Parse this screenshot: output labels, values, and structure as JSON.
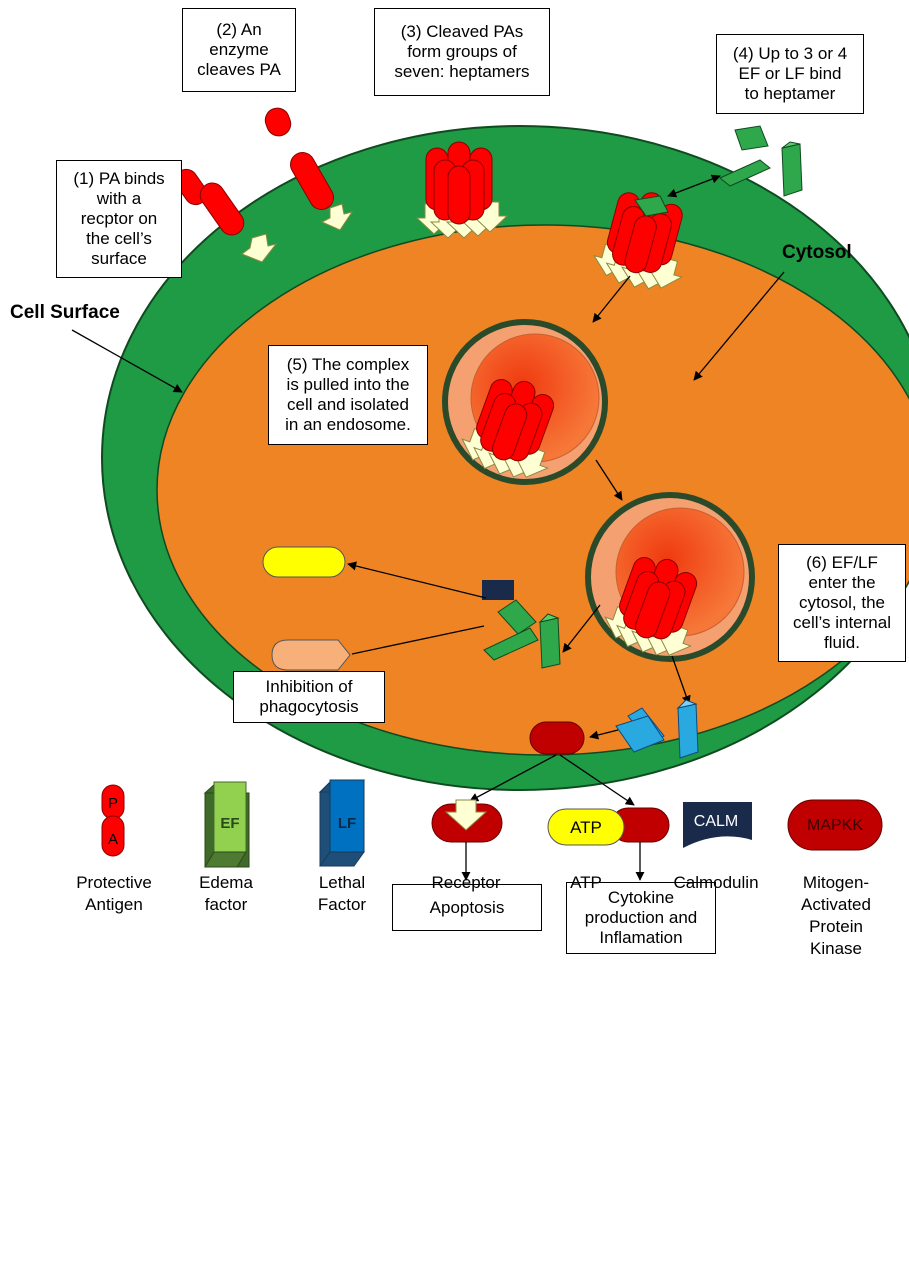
{
  "steps": {
    "s1": "(1) PA binds\nwith a\nrecptor on\nthe cell’s\nsurface",
    "s2": "(2) An\nenzyme\ncleaves PA",
    "s3": "(3) Cleaved PAs\nform groups of\nseven: heptamers",
    "s4": "(4) Up to 3 or 4\nEF or LF bind\nto heptamer",
    "s5": "(5) The complex\nis pulled into the\ncell and isolated\nin an endosome.",
    "s6": "(6) EF/LF\nenter the\ncytosol, the\ncell’s internal\nfluid."
  },
  "regions": {
    "cell_surface": "Cell Surface",
    "cytosol": "Cytosol"
  },
  "outcomes": {
    "inhibition": "Inhibition of\nphagocytosis",
    "apoptosis": "Apoptosis",
    "cytokine": "Cytokine\nproduction and\nInflamation"
  },
  "legend": {
    "pa_glyph_top": "P",
    "pa_glyph_bottom": "A",
    "ef_glyph": "EF",
    "lf_glyph": "LF",
    "atp_glyph": "ATP",
    "calm_glyph": "CALM",
    "mapkk_glyph": "MAPKK",
    "protective_antigen": "Protective\nAntigen",
    "edema_factor": "Edema\nfactor",
    "lethal_factor": "Lethal\nFactor",
    "receptor": "Receptor",
    "atp": "ATP",
    "calmodulin": "Calmodulin",
    "mapkk": "Mitogen-\nActivated\nProtein\nKinase"
  },
  "colors": {
    "membrane": "#1f9a45",
    "membrane_edge": "#0f4a20",
    "cytosol": "#ef8425",
    "pa_red": "#ff0000",
    "ef_green": "#2ea84a",
    "lf_blue": "#2aa8e0",
    "atp_yellow": "#ffff00",
    "calm_navy": "#1a2a4a",
    "mapkk_red": "#c00000",
    "receptor": "#ffffd0",
    "endosome_ring": "#2a4a2a",
    "endosome_inner": "#f25a18"
  }
}
